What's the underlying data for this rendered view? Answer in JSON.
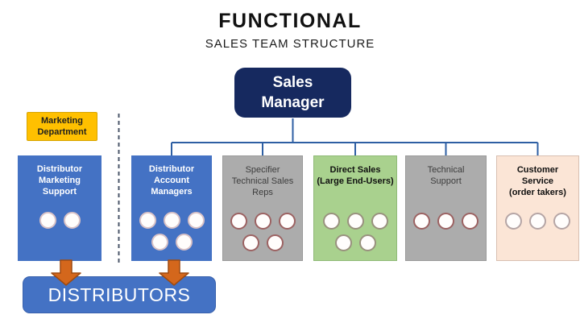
{
  "title": "FUNCTIONAL",
  "subtitle": "SALES TEAM STRUCTURE",
  "manager": {
    "label": "Sales\nManager",
    "color": "#16295f"
  },
  "marketing": {
    "label": "Marketing\nDepartment",
    "color": "#FFC000"
  },
  "departments": [
    {
      "id": "distributor-marketing-support",
      "label": "Distributor\nMarketing\nSupport",
      "color": "#4472C4",
      "circle_border": "#d9c2c6",
      "circle_rows": [
        2
      ]
    },
    {
      "id": "distributor-account-managers",
      "label": "Distributor\nAccount\nManagers",
      "color": "#4472C4",
      "circle_border": "#d9c2c6",
      "circle_rows": [
        3,
        2
      ]
    },
    {
      "id": "specifier-technical-sales-reps",
      "label": "Specifier\nTechnical Sales\nReps",
      "color": "#ACACAC",
      "circle_border": "#9c6262",
      "circle_rows": [
        3,
        2
      ]
    },
    {
      "id": "direct-sales-large-end-users",
      "label": "Direct Sales\n(Large End-Users)",
      "color": "#A9D18E",
      "circle_border": "#99917e",
      "circle_rows": [
        3,
        2
      ]
    },
    {
      "id": "technical-support",
      "label": "Technical\nSupport",
      "color": "#ACACAC",
      "circle_border": "#9c6262",
      "circle_rows": [
        3
      ]
    },
    {
      "id": "customer-service-order-takers",
      "label": "Customer\nService\n(order takers)",
      "color": "#FBE5D6",
      "circle_border": "#b5a5a5",
      "circle_rows": [
        3
      ]
    }
  ],
  "distributors": {
    "label": "DISTRIBUTORS",
    "color": "#4472C4"
  },
  "colors": {
    "connector_line": "#2e5fa3",
    "divider_dash": "#4a5568",
    "arrow_fill": "#d4671c",
    "arrow_border": "#9e4a10",
    "title_text": "#111111",
    "manager_navy": "#16295f",
    "blue_box": "#4472C4",
    "gray_box": "#ACACAC",
    "green_box": "#A9D18E",
    "peach_box": "#FBE5D6",
    "yellow_tag": "#FFC000"
  }
}
